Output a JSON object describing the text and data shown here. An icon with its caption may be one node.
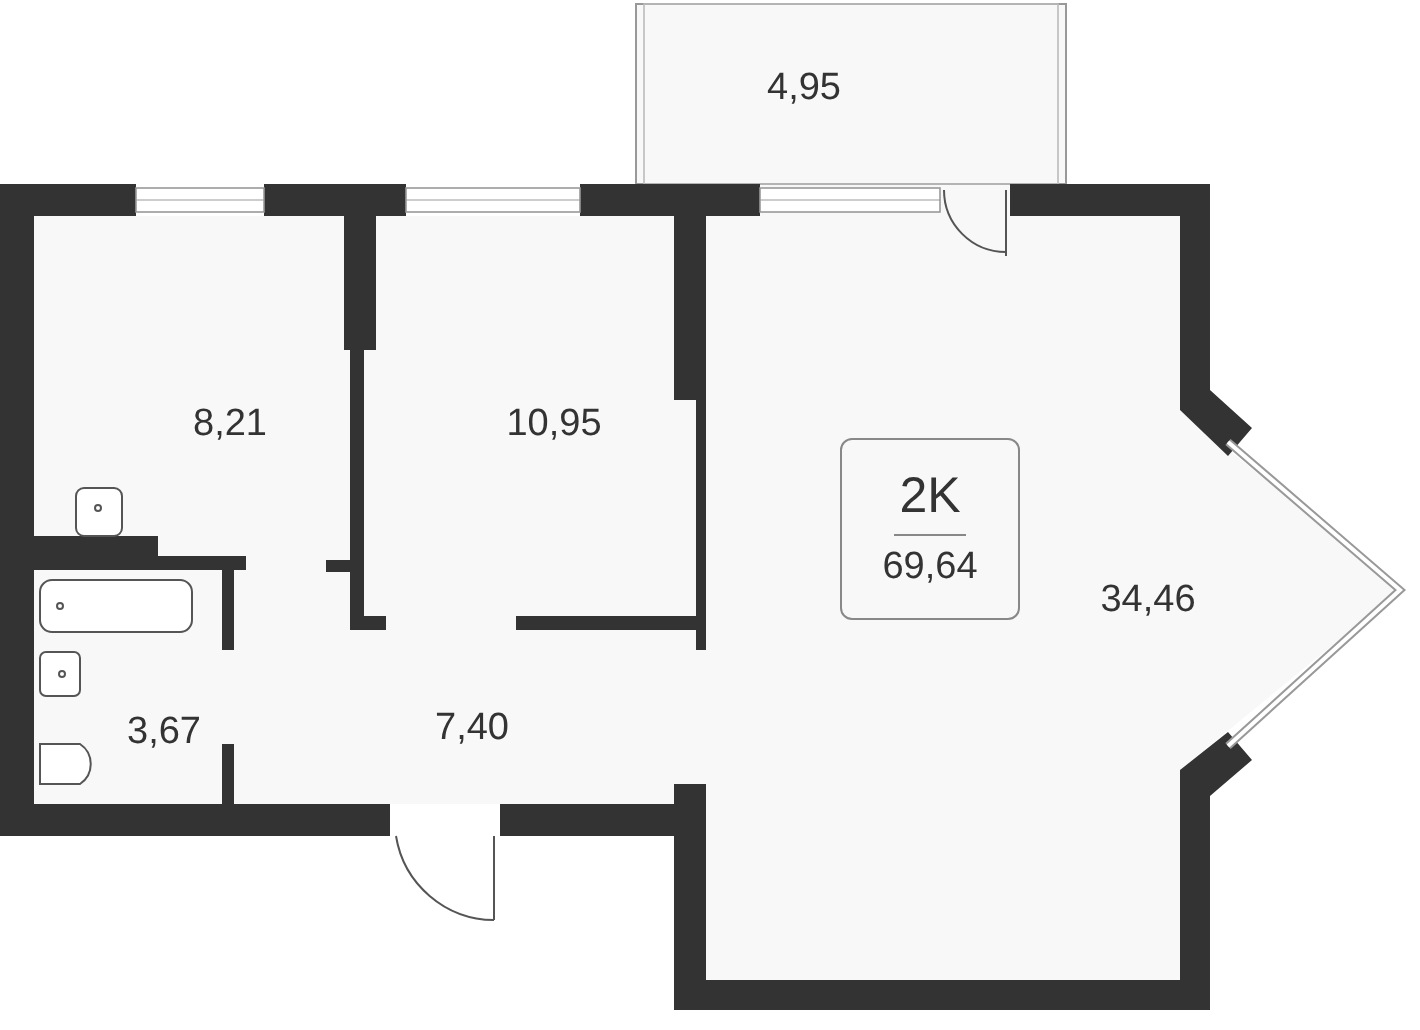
{
  "diagram": {
    "nodes": [
      {
        "text": [
          "2K",
          "69,64"
        ]
      }
    ],
    "labels": [
      "4,95",
      "8,21",
      "10,95",
      "34,46",
      "3,67",
      "7,40"
    ]
  }
}
